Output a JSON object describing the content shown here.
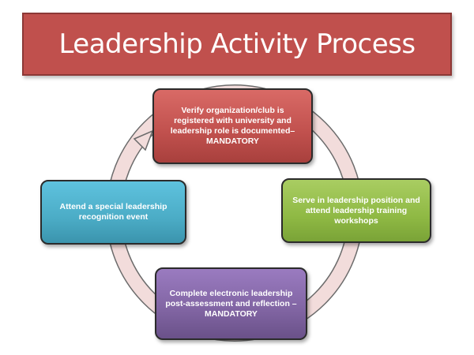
{
  "title": "Leadership Activity Process",
  "colors": {
    "title": "#c0504d",
    "step1": "#c0504d",
    "step2": "#8fb944",
    "step3": "#8064a2",
    "step4": "#4bacc6",
    "ring": "#f2dcdb"
  },
  "steps": [
    {
      "text": "Verify organization/club is registered with university and leadership role is documented– MANDATORY"
    },
    {
      "text": "Serve in leadership position and attend leadership training workshops"
    },
    {
      "text": "Complete electronic leadership post-assessment and reflection – MANDATORY"
    },
    {
      "text": "Attend a special leadership recognition event"
    }
  ]
}
